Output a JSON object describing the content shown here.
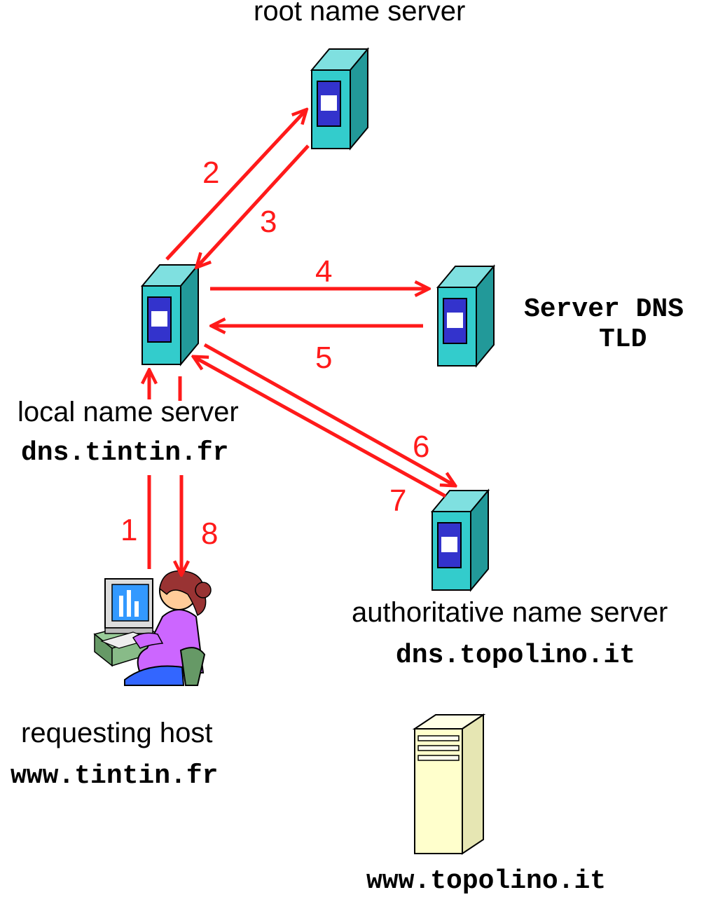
{
  "root_server": {
    "label": "root name server"
  },
  "tld_server": {
    "line1": "Server DNS",
    "line2": "TLD"
  },
  "local_server": {
    "label": "local name server",
    "host": "dns.tintin.fr"
  },
  "authoritative_server": {
    "label": "authoritative name server",
    "host": "dns.topolino.it"
  },
  "requesting_host": {
    "label": "requesting host",
    "host": "www.tintin.fr"
  },
  "web_server": {
    "host": "www.topolino.it"
  },
  "steps": [
    "1",
    "2",
    "3",
    "4",
    "5",
    "6",
    "7",
    "8"
  ],
  "colors": {
    "arrow": "#ff1a1a",
    "server_body": "#33cccc",
    "server_screen": "#3333cc",
    "web_server_body": "#ffffcc"
  },
  "icons": [
    "server-icon",
    "web-server-icon",
    "person-at-computer-icon"
  ]
}
